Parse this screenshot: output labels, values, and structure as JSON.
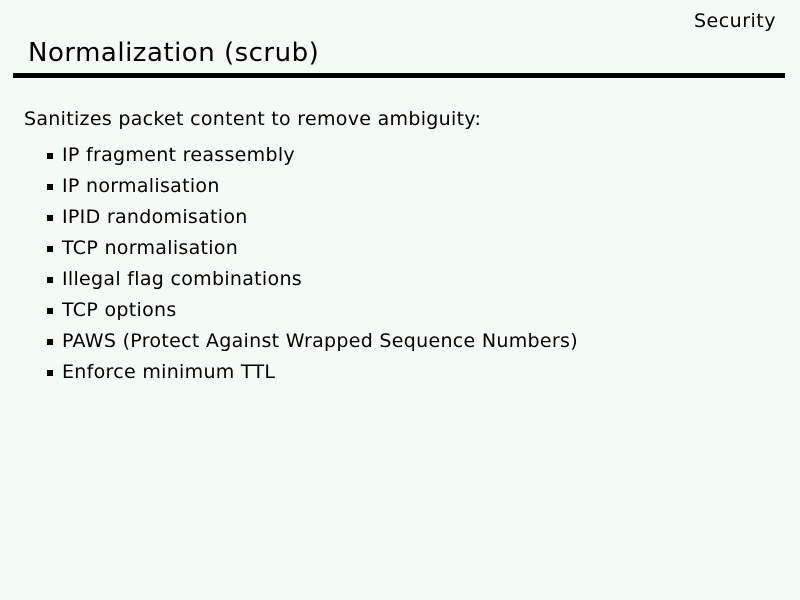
{
  "slide": {
    "corner_label": "Security",
    "title": "Normalization (scrub)",
    "intro": "Sanitizes packet content to remove ambiguity:",
    "bullets": [
      "IP fragment reassembly",
      "IP normalisation",
      "IPID randomisation",
      "TCP normalisation",
      "Illegal flag combinations",
      "TCP options",
      "PAWS (Protect Against Wrapped Sequence Numbers)",
      "Enforce minimum TTL"
    ],
    "colors": {
      "background": "#f4faf4",
      "text": "#000000",
      "rule": "#000000"
    }
  }
}
